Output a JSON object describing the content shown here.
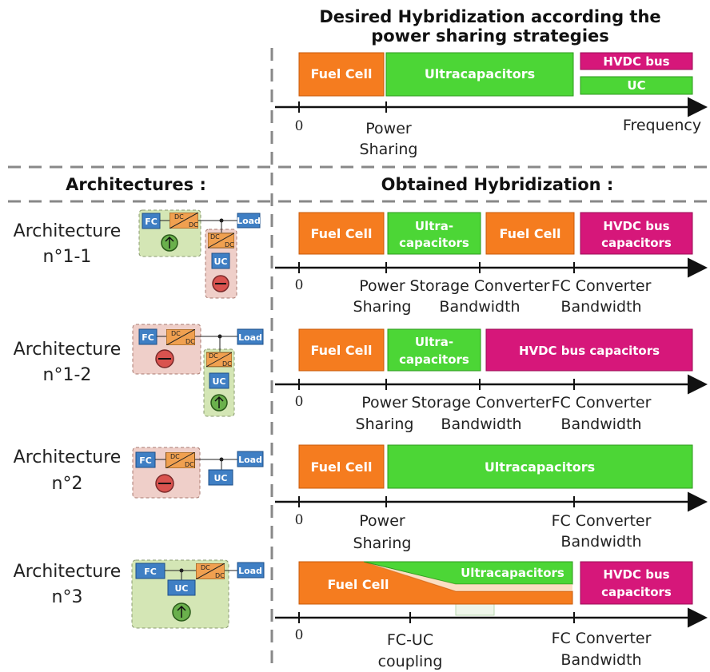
{
  "header": {
    "title_line1": "Desired Hybridization according the",
    "title_line2": "power sharing strategies",
    "architectures": "Architectures :",
    "obtained": "Obtained Hybridization :"
  },
  "desired": {
    "fuel_cell": "Fuel Cell",
    "ultracapacitors": "Ultracapacitors",
    "hvdc_bus": "HVDC bus",
    "uc": "UC",
    "tick_0": "0",
    "power_line1": "Power",
    "power_line2": "Sharing",
    "frequency": "Frequency"
  },
  "rows": [
    {
      "arch_line1": "Architecture",
      "arch_line2": "n°1-1",
      "bars": [
        "Fuel Cell",
        "Ultra-",
        "capacitors",
        "Fuel Cell",
        "HVDC bus",
        "capacitors"
      ],
      "ticks": [
        "0",
        "Power",
        "Sharing",
        "Storage Converter",
        "Bandwidth",
        "FC Converter",
        "Bandwidth"
      ]
    },
    {
      "arch_line1": "Architecture",
      "arch_line2": "n°1-2",
      "bars": [
        "Fuel Cell",
        "Ultra-",
        "capacitors",
        "HVDC bus capacitors"
      ],
      "ticks": [
        "0",
        "Power",
        "Sharing",
        "Storage Converter",
        "Bandwidth",
        "FC Converter",
        "Bandwidth"
      ]
    },
    {
      "arch_line1": "Architecture",
      "arch_line2": "n°2",
      "bars": [
        "Fuel Cell",
        "Ultracapacitors"
      ],
      "ticks": [
        "0",
        "Power",
        "Sharing",
        "FC Converter",
        "Bandwidth"
      ]
    },
    {
      "arch_line1": "Architecture",
      "arch_line2": "n°3",
      "bars": [
        "Fuel Cell",
        "Ultracapacitors",
        "HVDC bus",
        "capacitors"
      ],
      "ticks": [
        "0",
        "FC-UC",
        "coupling",
        "FC Converter",
        "Bandwidth"
      ]
    }
  ],
  "schematic": {
    "fc": "FC",
    "uc": "UC",
    "load": "Load",
    "dc": "DC"
  },
  "colors": {
    "fuel_cell": "#f57c1f",
    "ultracapacitors": "#4cd636",
    "hvdc": "#d6177a",
    "box_blue": "#3f7fc4",
    "green_bg": "#d4e6b5",
    "red_bg": "#efcfc9"
  }
}
